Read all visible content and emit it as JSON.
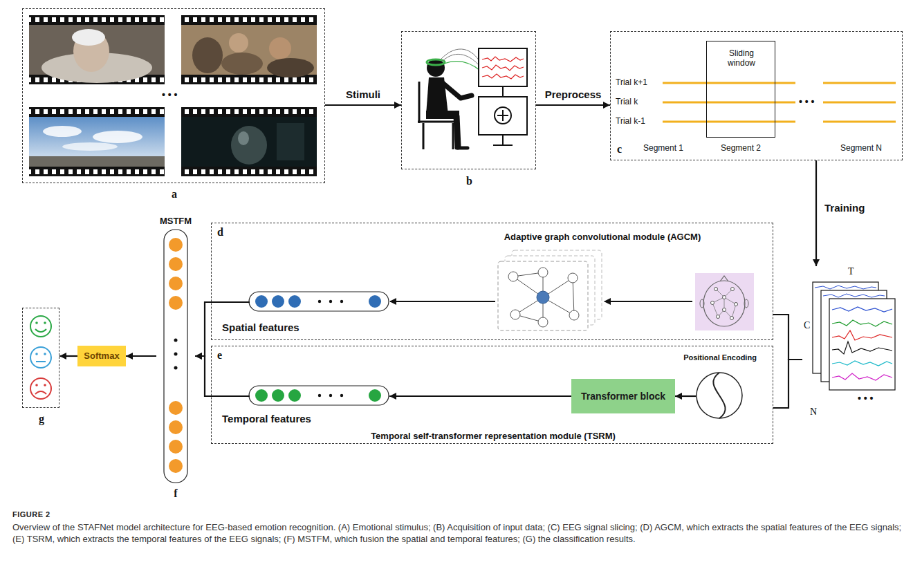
{
  "diagram": {
    "title": "FIGURE 2",
    "caption": "Overview of the STAFNet model architecture for EEG-based emotion recognition. (A) Emotional stimulus; (B) Acquisition of input data; (C) EEG signal slicing; (D) AGCM, which extracts the spatial features of the EEG signals; (E) TSRM, which extracts the temporal features of the EEG signals; (F) MSTFM, which fusion the spatial and temporal features; (G) the classification results.",
    "nodes": [
      {
        "text": [
          "a"
        ]
      },
      {
        "text": [
          "b"
        ]
      },
      {
        "text": [
          "c"
        ]
      },
      {
        "text": [
          "Sliding window"
        ],
        "in": 2
      },
      {
        "text": [
          "T",
          "C",
          "N"
        ]
      },
      {
        "text": [
          "d",
          "Adaptive graph convolutional module (AGCM)"
        ]
      },
      {
        "text": [
          "Spatial features"
        ],
        "in": 5
      },
      {
        "text": [
          "e",
          "Temporal self-transformer representation module (TSRM)"
        ]
      },
      {
        "text": [
          "Temporal features"
        ],
        "in": 7
      },
      {
        "text": [
          "Transformer block"
        ],
        "in": 7
      },
      {
        "text": [
          "Positional Encoding"
        ],
        "in": 7
      },
      {
        "text": [
          "MSTFM",
          "f"
        ]
      },
      {
        "text": [
          "Softmax"
        ]
      },
      {
        "text": [
          "g"
        ]
      }
    ],
    "edges": [
      {
        "from": 0,
        "to": 1,
        "arrow": "to",
        "label": "Stimuli"
      },
      {
        "from": 1,
        "to": 2,
        "arrow": "to",
        "label": "Preprocess"
      },
      {
        "from": 2,
        "to": 4,
        "arrow": "to",
        "label": "Training"
      },
      {
        "from": 4,
        "to": 5,
        "arrow": "none"
      },
      {
        "from": 4,
        "to": 7,
        "arrow": "none"
      },
      {
        "from": 6,
        "to": 11,
        "arrow": "to"
      },
      {
        "from": 8,
        "to": 11,
        "arrow": "to"
      },
      {
        "from": 11,
        "to": 12,
        "arrow": "to"
      },
      {
        "from": 12,
        "to": 13,
        "arrow": "to"
      },
      {
        "from": 10,
        "to": 9,
        "arrow": "to"
      },
      {
        "from": 9,
        "to": 8,
        "arrow": "to"
      }
    ],
    "labels": [
      "• • •",
      "Trial k+1",
      "Trial k",
      "Trial k-1",
      "• • •",
      "Segment 1",
      "Segment 2",
      "Segment N",
      "• • •"
    ]
  }
}
